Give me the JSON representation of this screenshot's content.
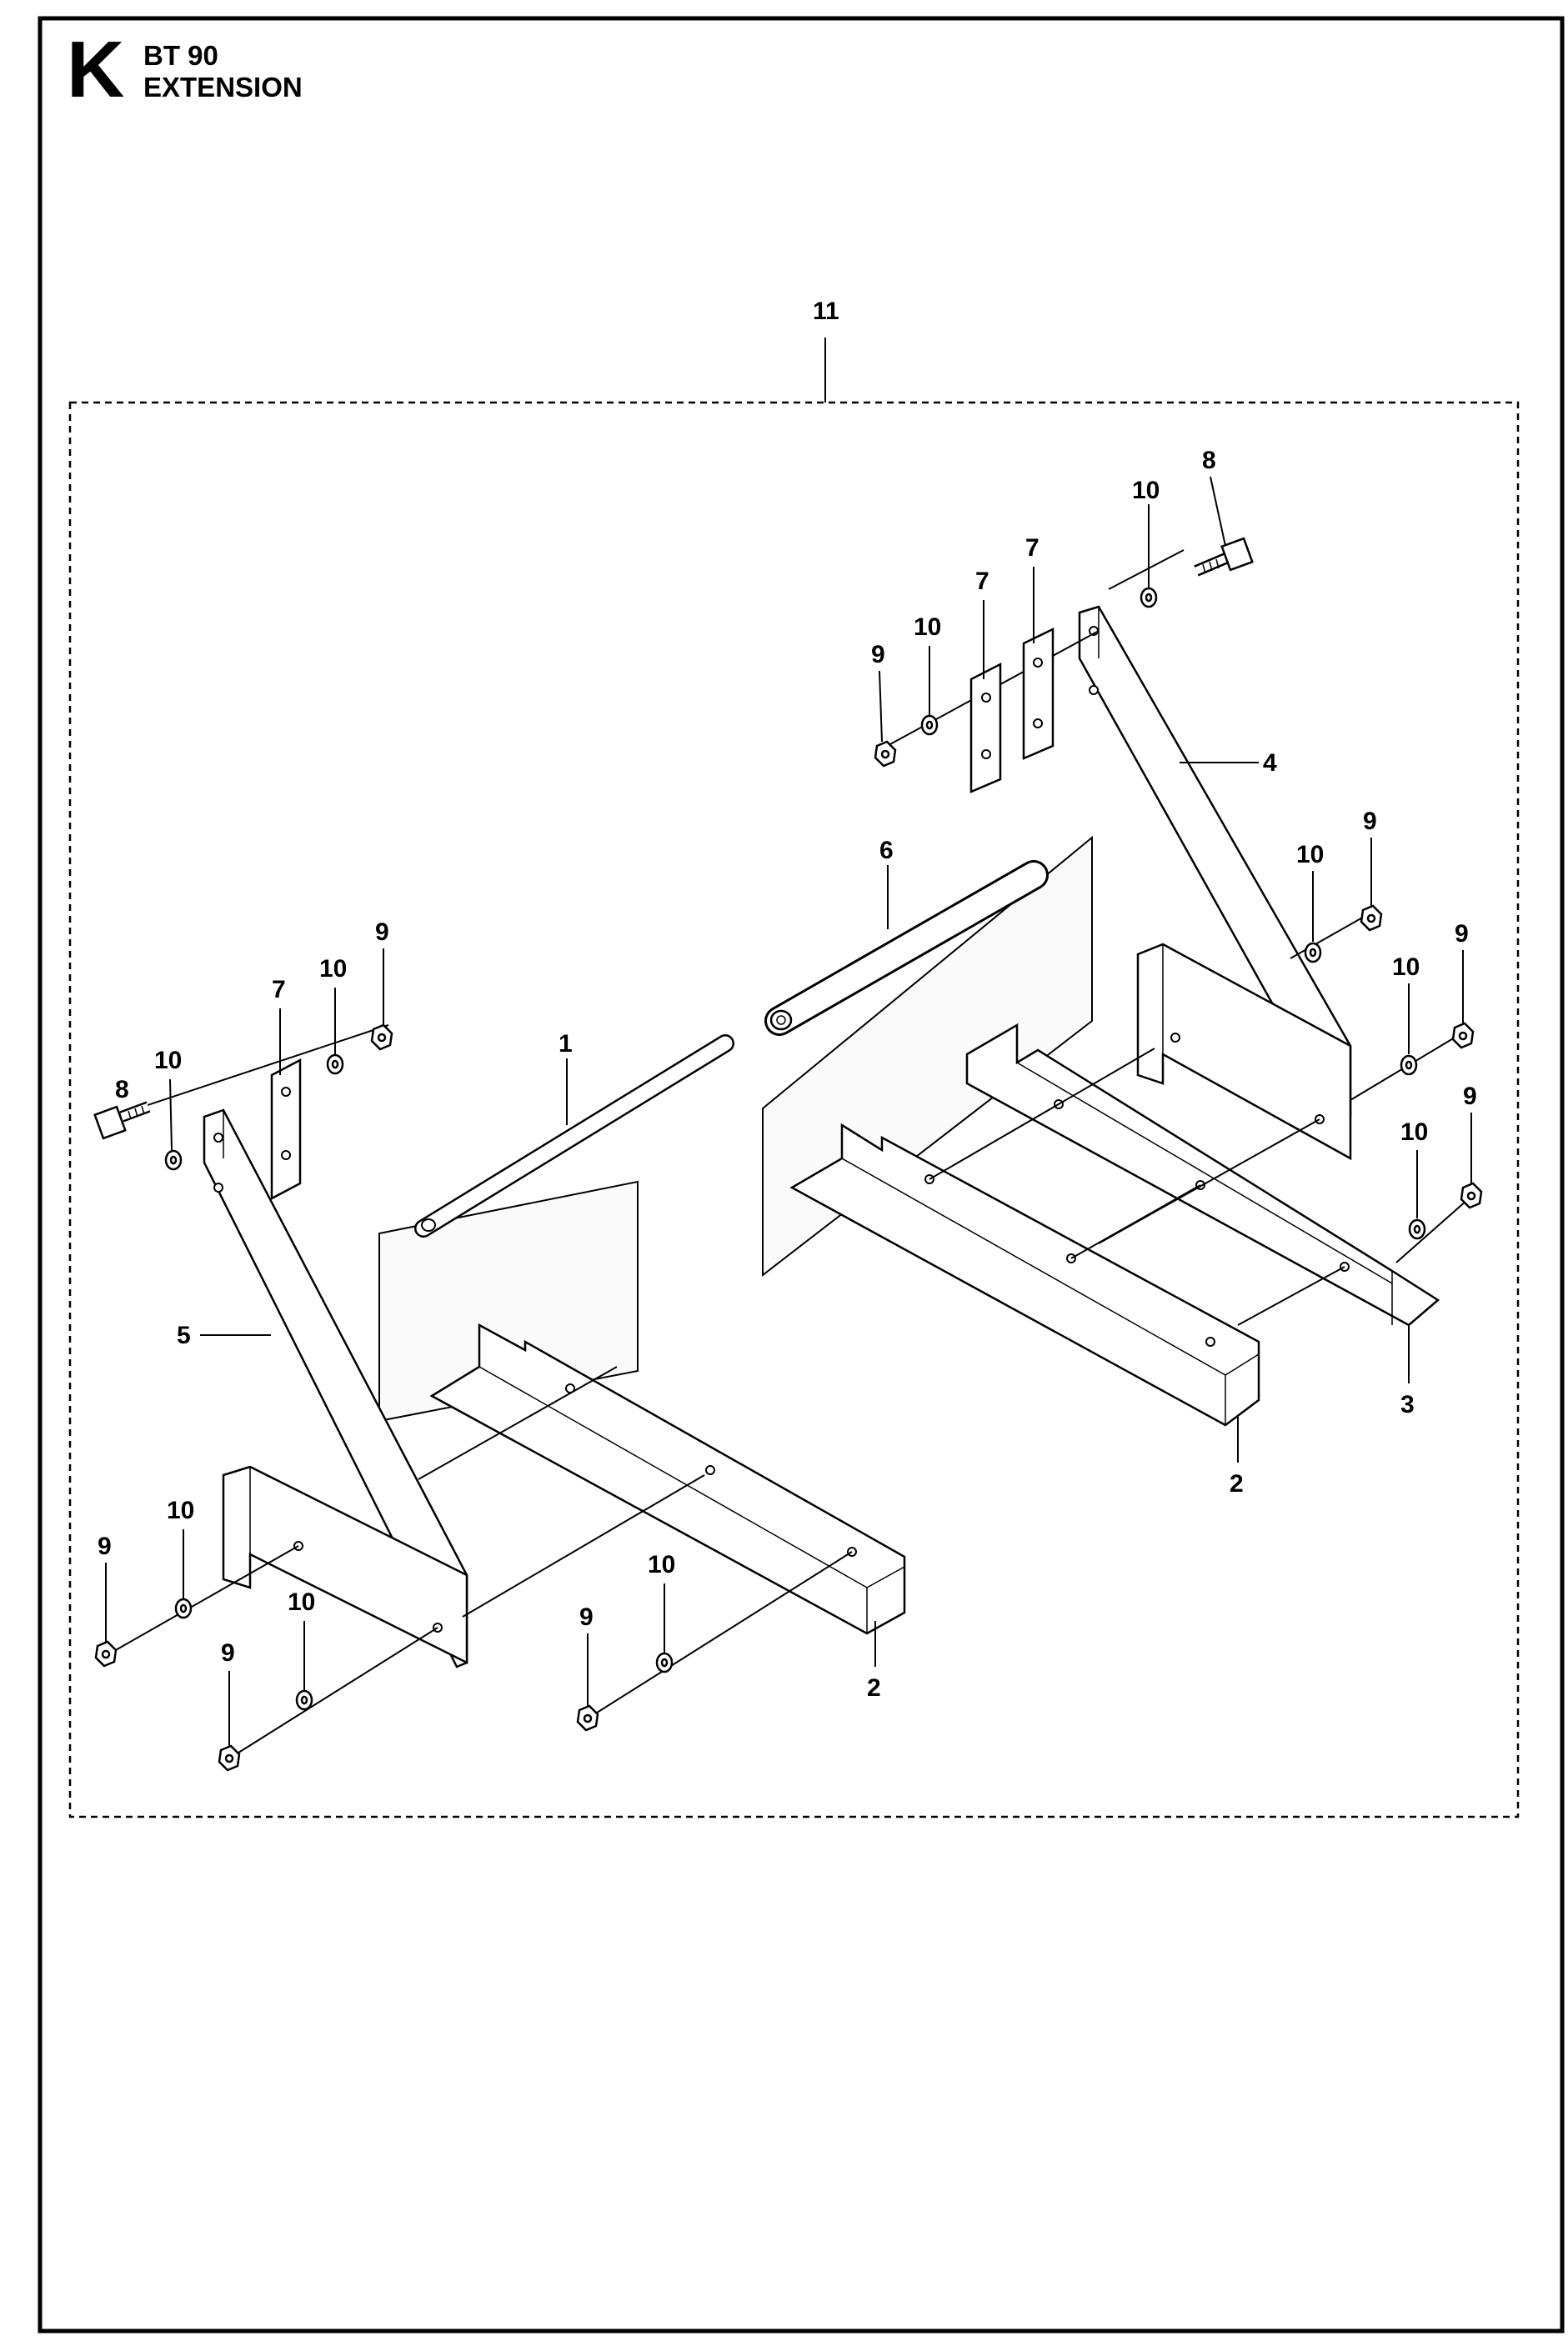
{
  "header": {
    "section_letter": "K",
    "model": "BT 90",
    "subtitle": "EXTENSION"
  },
  "callouts": {
    "c1": "1",
    "c2a": "2",
    "c2b": "2",
    "c3": "3",
    "c4": "4",
    "c5": "5",
    "c6": "6",
    "c7a": "7",
    "c7b": "7",
    "c7c": "7",
    "c8a": "8",
    "c8b": "8",
    "c9a": "9",
    "c9b": "9",
    "c9c": "9",
    "c9d": "9",
    "c9e": "9",
    "c9f": "9",
    "c9g": "9",
    "c9h": "9",
    "c10a": "10",
    "c10b": "10",
    "c10c": "10",
    "c10d": "10",
    "c10e": "10",
    "c10f": "10",
    "c10g": "10",
    "c10h": "10",
    "c10i": "10",
    "c10j": "10",
    "c11": "11"
  },
  "colors": {
    "ink": "#000000",
    "paper": "#ffffff",
    "shade": "#eeeeee"
  }
}
